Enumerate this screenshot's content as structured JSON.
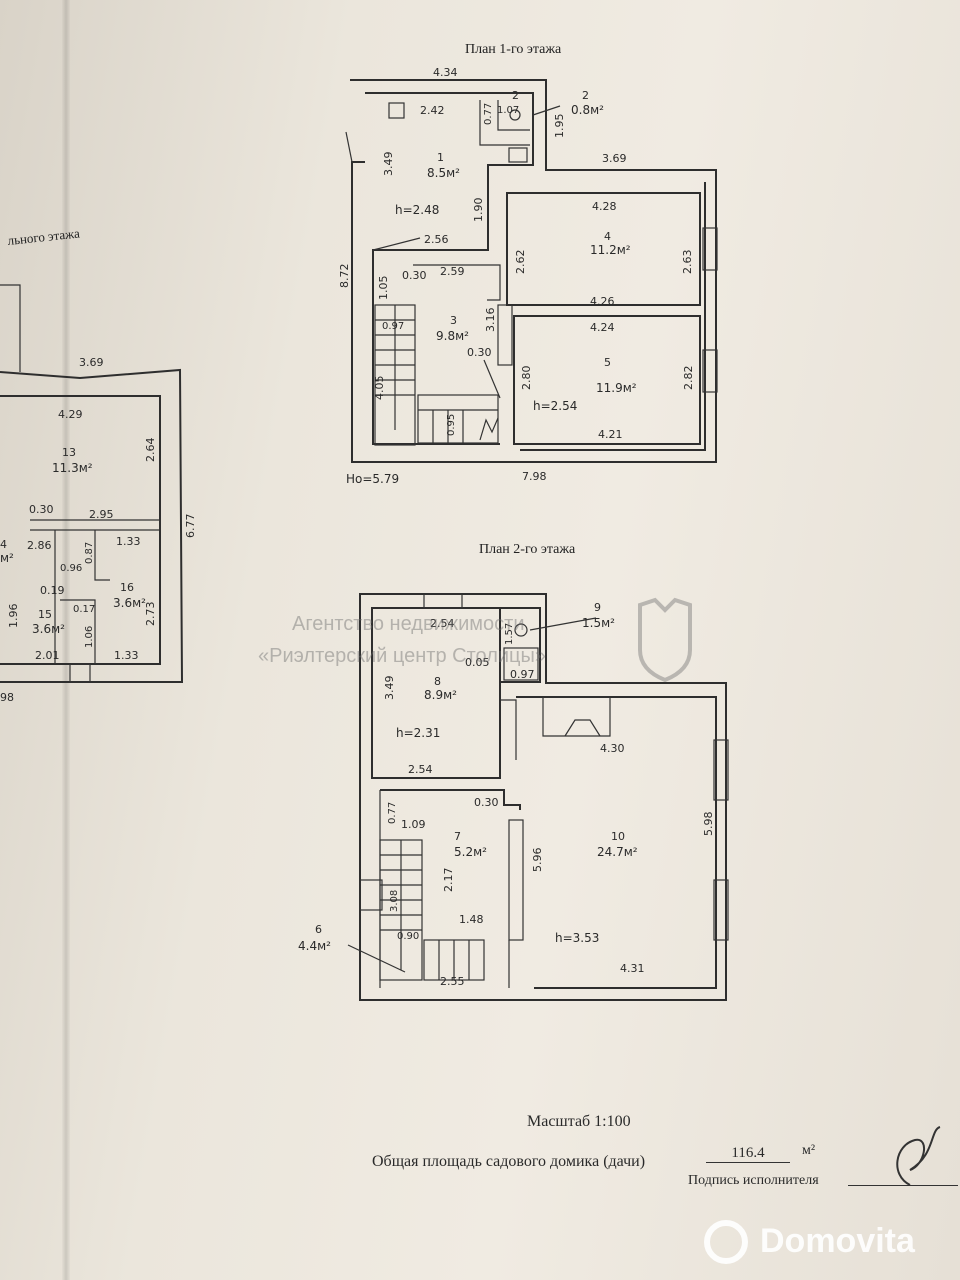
{
  "floor1": {
    "title": "План 1-го этажа",
    "dims": {
      "top": "4.34",
      "d242": "2.42",
      "d077": "0.77",
      "d107": "1.07",
      "d195": "1.95",
      "d369": "3.69",
      "d349": "3.49",
      "d190": "1.90",
      "d428": "4.28",
      "d872": "8.72",
      "d256": "2.56",
      "d262": "2.62",
      "d263": "2.63",
      "d030a": "0.30",
      "d259": "2.59",
      "d105": "1.05",
      "d426": "4.26",
      "d424": "4.24",
      "d316": "3.16",
      "d097": "0.97",
      "d030b": "0.30",
      "d405": "4.05",
      "d280": "2.80",
      "d282": "2.82",
      "d095": "0.95",
      "d421": "4.21",
      "d798": "7.98"
    },
    "rooms": {
      "r1_num": "1",
      "r1_area": "8.5м²",
      "r2_num": "2",
      "r2_area": "0.8м²",
      "r3_num": "3",
      "r3_area": "9.8м²",
      "r4_num": "4",
      "r4_area": "11.2м²",
      "r5_num": "5",
      "r5_area": "11.9м²"
    },
    "heights": {
      "h1": "h=2.48",
      "h5": "h=2.54",
      "ho": "Hо=5.79"
    }
  },
  "floor2": {
    "title": "План 2-го этажа",
    "dims": {
      "d254a": "2.54",
      "d157": "1.57",
      "d005": "0.05",
      "d097": "0.97",
      "d349": "3.49",
      "d430": "4.30",
      "d254b": "2.54",
      "d030": "0.30",
      "d077": "0.77",
      "d109": "1.09",
      "d596": "5.96",
      "d598": "5.98",
      "d217": "2.17",
      "d308": "3.08",
      "d148": "1.48",
      "d090": "0.90",
      "d255": "2.55",
      "d431": "4.31"
    },
    "rooms": {
      "r6_num": "6",
      "r6_area": "4.4м²",
      "r7_num": "7",
      "r7_area": "5.2м²",
      "r8_num": "8",
      "r8_area": "8.9м²",
      "r9_num": "9",
      "r9_area": "1.5м²",
      "r10_num": "10",
      "r10_area": "24.7м²"
    },
    "heights": {
      "h8": "h=2.31",
      "h10": "h=3.53"
    }
  },
  "basement": {
    "title_partial": "льного этажа",
    "dims": {
      "d369": "3.69",
      "d429": "4.29",
      "d264": "2.64",
      "d677": "6.77",
      "d030": "0.30",
      "d295": "2.95",
      "d286": "2.86",
      "d087": "0.87",
      "d133a": "1.33",
      "d096": "0.96",
      "d019": "0.19",
      "d017": "0.17",
      "d196": "1.96",
      "d106": "1.06",
      "d273": "2.73",
      "d201": "2.01",
      "d133b": "1.33",
      "d098": "98"
    },
    "rooms": {
      "r13_num": "13",
      "r13_area": "11.3м²",
      "r14_partial": "4",
      "r14_area_partial": "м²",
      "r15_num": "15",
      "r15_area": "3.6м²",
      "r16_num": "16",
      "r16_area": "3.6м²"
    }
  },
  "watermark": {
    "line1": "Агентство недвижимости",
    "line2": "«Риэлтерский центр Столицы»"
  },
  "footer": {
    "scale": "Масштаб 1:100",
    "area_label": "Общая площадь садового домика (дачи)",
    "area_value": "116.4",
    "area_unit": "м²",
    "signature_label": "Подпись исполнителя"
  },
  "brand": {
    "name": "Domovita"
  }
}
